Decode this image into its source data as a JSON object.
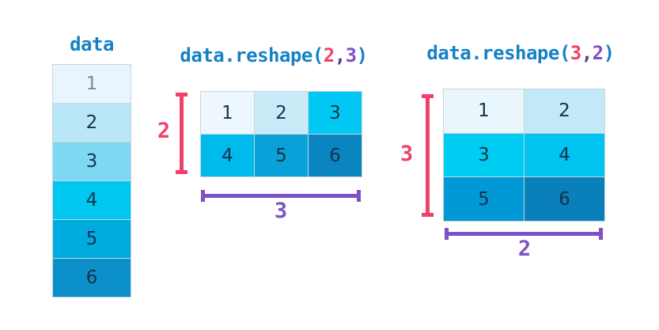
{
  "colors": {
    "background": "#ffffff",
    "code_blue": "#1581c5",
    "pink": "#f0416b",
    "purple": "#7d52c4",
    "comma_purple": "#4a4287",
    "cell_text": "#12334d",
    "cell_text_muted": "#7b8b96",
    "grid_line": "#c9d6dd"
  },
  "data_array": {
    "title": "data",
    "cells": [
      {
        "value": "1",
        "bg": "#e9f5fc",
        "fg": "#7b8b96"
      },
      {
        "value": "2",
        "bg": "#b9e7f7",
        "fg": "#12334d"
      },
      {
        "value": "3",
        "bg": "#7fd8f3",
        "fg": "#12334d"
      },
      {
        "value": "4",
        "bg": "#00c8f1",
        "fg": "#12334d"
      },
      {
        "value": "5",
        "bg": "#00abe0",
        "fg": "#12334d"
      },
      {
        "value": "6",
        "bg": "#0c90ca",
        "fg": "#12334d"
      }
    ]
  },
  "reshape_2x3": {
    "title_parts": [
      {
        "text": "data.reshape(",
        "color": "#1581c5"
      },
      {
        "text": "2",
        "color": "#f0416b"
      },
      {
        "text": ",",
        "color": "#4a4287"
      },
      {
        "text": "3",
        "color": "#7d52c4"
      },
      {
        "text": ")",
        "color": "#1581c5"
      }
    ],
    "rows_label": "2",
    "cols_label": "3",
    "cells": [
      [
        {
          "value": "1",
          "bg": "#edf7fd"
        },
        {
          "value": "2",
          "bg": "#c9ebf8"
        },
        {
          "value": "3",
          "bg": "#00c8f2"
        }
      ],
      [
        {
          "value": "4",
          "bg": "#00baeb"
        },
        {
          "value": "5",
          "bg": "#0aa0d8"
        },
        {
          "value": "6",
          "bg": "#0a85c0"
        }
      ]
    ]
  },
  "reshape_3x2": {
    "title_parts": [
      {
        "text": "data.reshape(",
        "color": "#1581c5"
      },
      {
        "text": "3",
        "color": "#f0416b"
      },
      {
        "text": ",",
        "color": "#4a4287"
      },
      {
        "text": "2",
        "color": "#7d52c4"
      },
      {
        "text": ")",
        "color": "#1581c5"
      }
    ],
    "rows_label": "3",
    "cols_label": "2",
    "cells": [
      [
        {
          "value": "1",
          "bg": "#e9f6fc"
        },
        {
          "value": "2",
          "bg": "#c2e9f8"
        }
      ],
      [
        {
          "value": "3",
          "bg": "#00cdf2"
        },
        {
          "value": "4",
          "bg": "#00c3ef"
        }
      ],
      [
        {
          "value": "5",
          "bg": "#0098d5"
        },
        {
          "value": "6",
          "bg": "#0a80bb"
        }
      ]
    ]
  }
}
